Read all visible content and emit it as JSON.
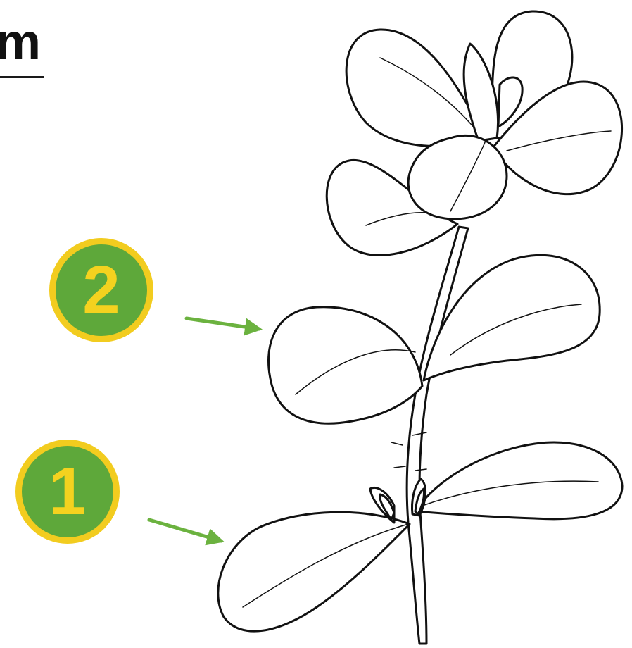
{
  "title": {
    "text_fragment": "m"
  },
  "badges": [
    {
      "label": "2"
    },
    {
      "label": "1"
    }
  ],
  "colors": {
    "badge_fill": "#5ea83a",
    "badge_ring": "#f2cc1f",
    "badge_text": "#f4d21f",
    "arrow": "#6bb23f",
    "line_art": "#111111",
    "background": "#ffffff"
  }
}
